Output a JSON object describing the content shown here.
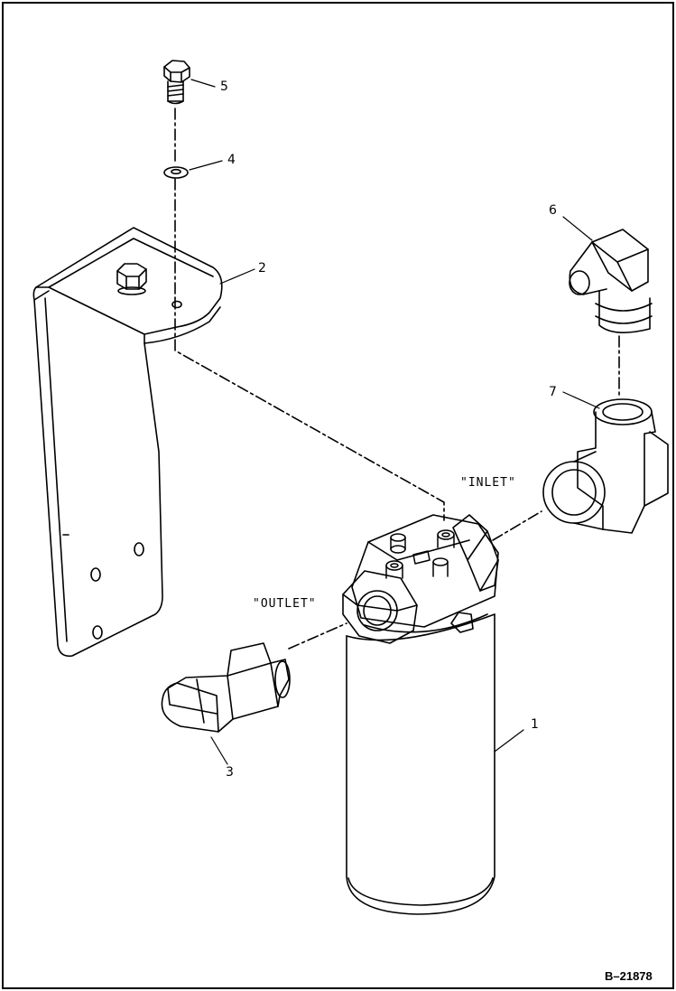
{
  "callouts": {
    "c1": "1",
    "c2": "2",
    "c3": "3",
    "c4": "4",
    "c5": "5",
    "c6": "6",
    "c7": "7"
  },
  "labels": {
    "inlet": "\"INLET\"",
    "outlet": "\"OUTLET\""
  },
  "figure_ref": "B–21878"
}
